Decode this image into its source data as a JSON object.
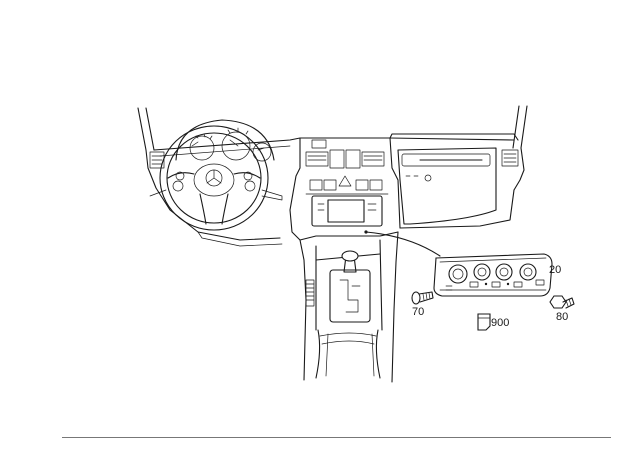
{
  "callouts": [
    {
      "id": "control-unit",
      "label": "20"
    },
    {
      "id": "screw-left",
      "label": "70"
    },
    {
      "id": "screw-right",
      "label": "80"
    },
    {
      "id": "connector",
      "label": "900"
    }
  ]
}
